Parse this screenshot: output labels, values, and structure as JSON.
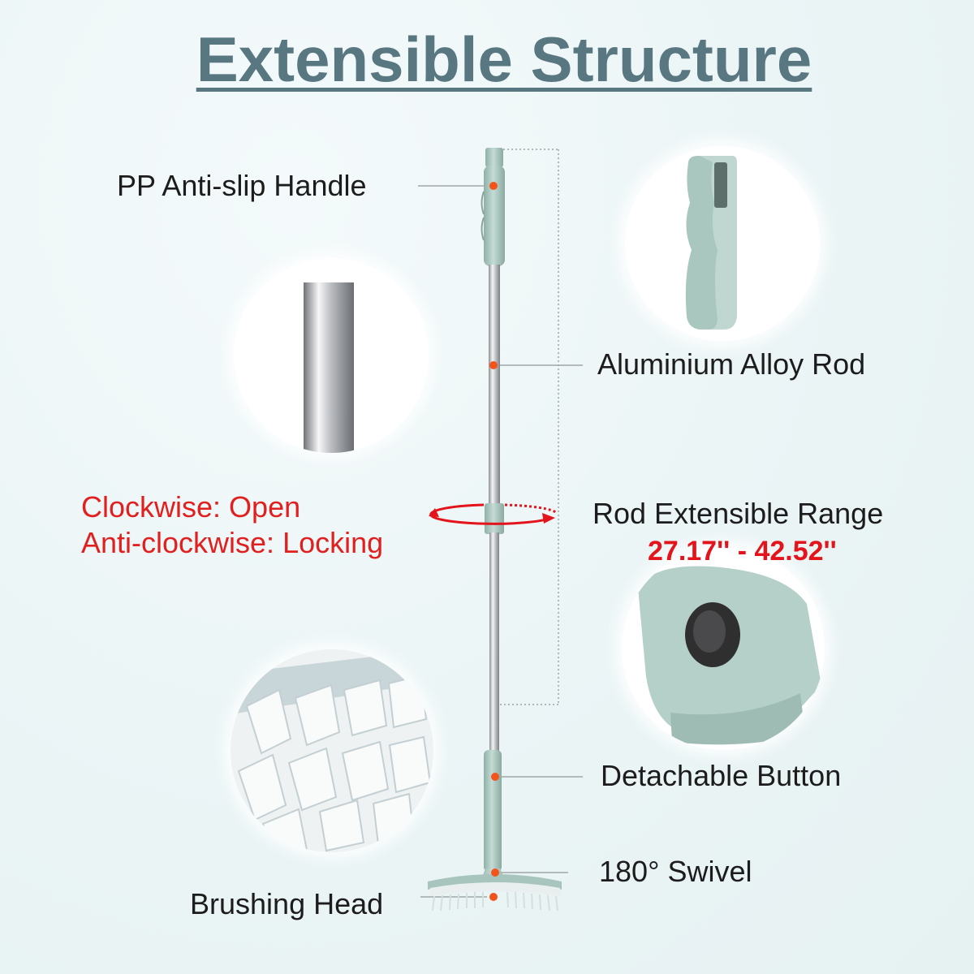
{
  "title": "Extensible Structure",
  "labels": {
    "handle": "PP Anti-slip Handle",
    "rod": "Aluminium Alloy Rod",
    "clockwise": "Clockwise: Open",
    "anticlockwise": "Anti-clockwise: Locking",
    "range_label": "Rod Extensible Range",
    "range_value": "27.17'' - 42.52''",
    "button": "Detachable Button",
    "swivel": "180° Swivel",
    "head": "Brushing Head"
  },
  "colors": {
    "title": "#597780",
    "accent_red": "#e01f1f",
    "handle_green": "#a9c7bf",
    "marker_orange": "#f2541b"
  }
}
